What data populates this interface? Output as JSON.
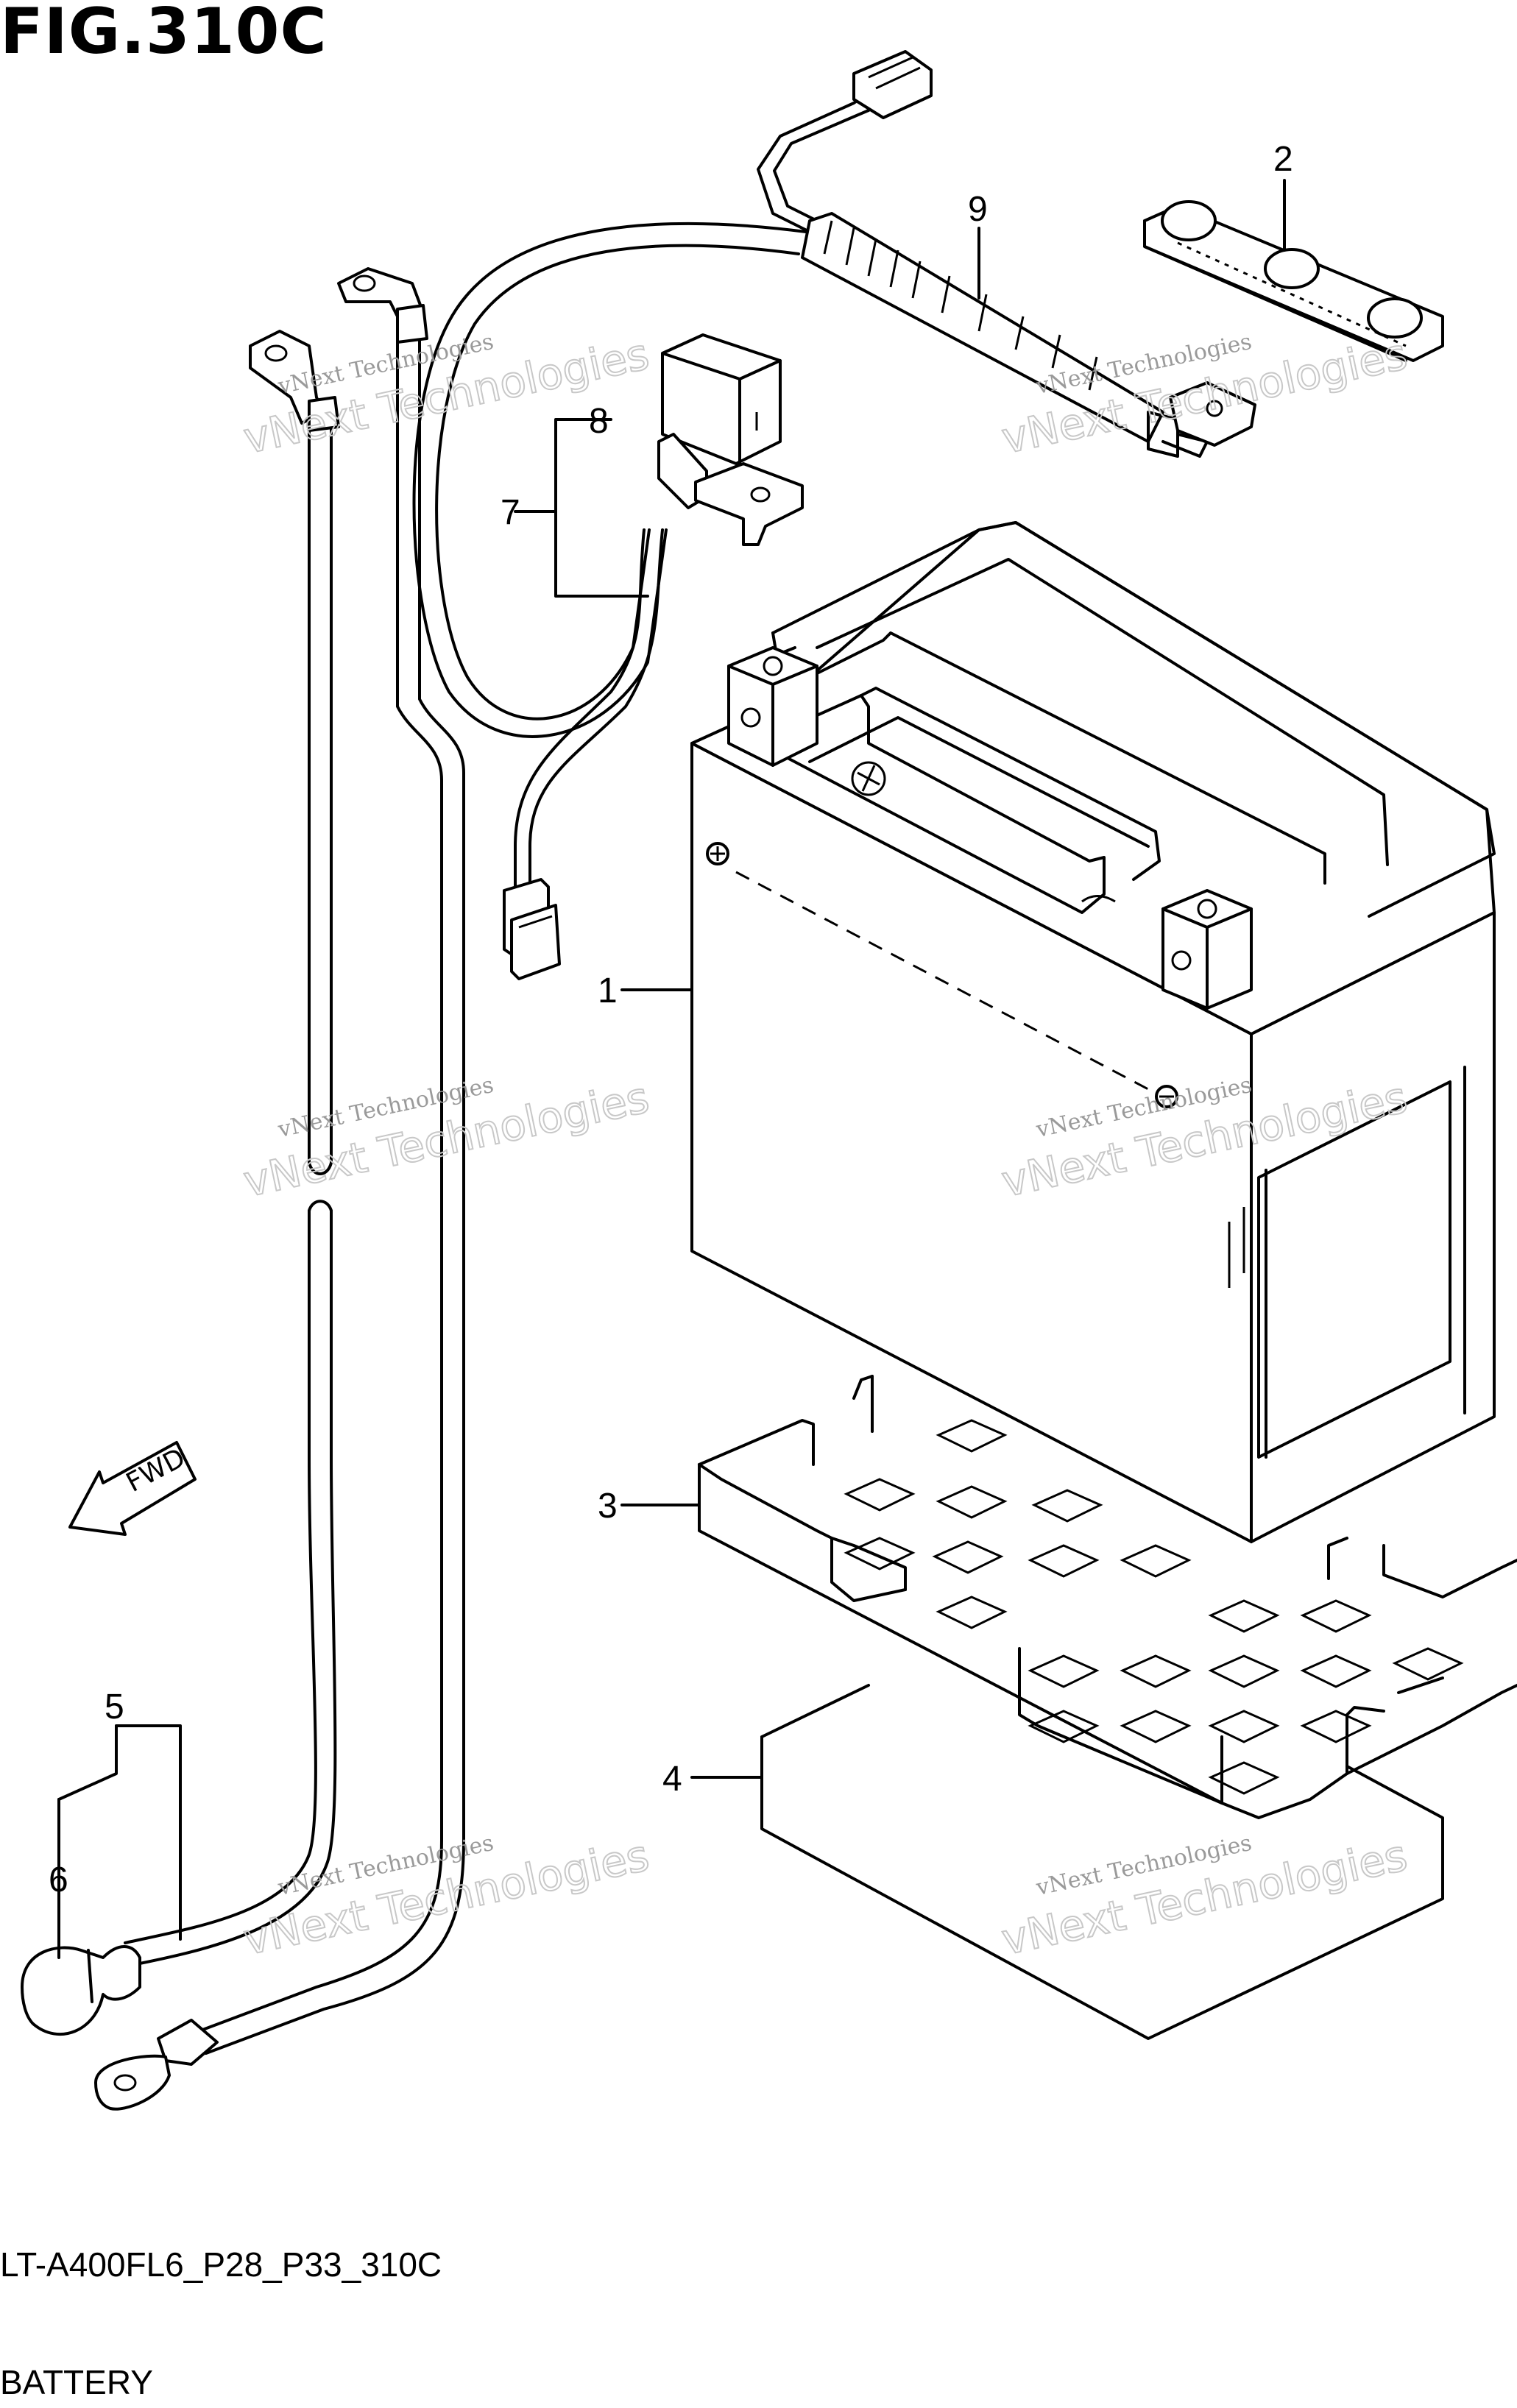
{
  "figure": {
    "title": "FIG.310C",
    "code": "LT-A400FL6_P28_P33_310C",
    "caption": "BATTERY"
  },
  "callouts": [
    {
      "id": "1",
      "label": "1"
    },
    {
      "id": "2",
      "label": "2"
    },
    {
      "id": "3",
      "label": "3"
    },
    {
      "id": "4",
      "label": "4"
    },
    {
      "id": "5",
      "label": "5"
    },
    {
      "id": "6",
      "label": "6"
    },
    {
      "id": "7",
      "label": "7"
    },
    {
      "id": "8",
      "label": "8"
    },
    {
      "id": "9",
      "label": "9"
    }
  ],
  "direction_arrow": {
    "label": "FWD"
  },
  "watermark": {
    "line1": "vNext Technologies",
    "line2": "vNext Technologies"
  }
}
